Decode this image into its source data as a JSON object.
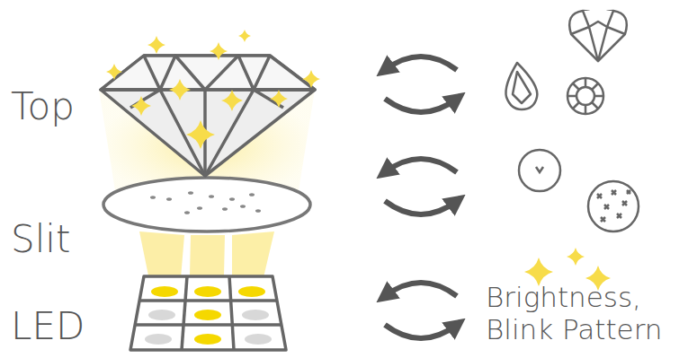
{
  "diagram": {
    "labels": [
      "Top",
      "Slit",
      "LED",
      "Brightness, Blink Pattern"
    ]
  }
}
